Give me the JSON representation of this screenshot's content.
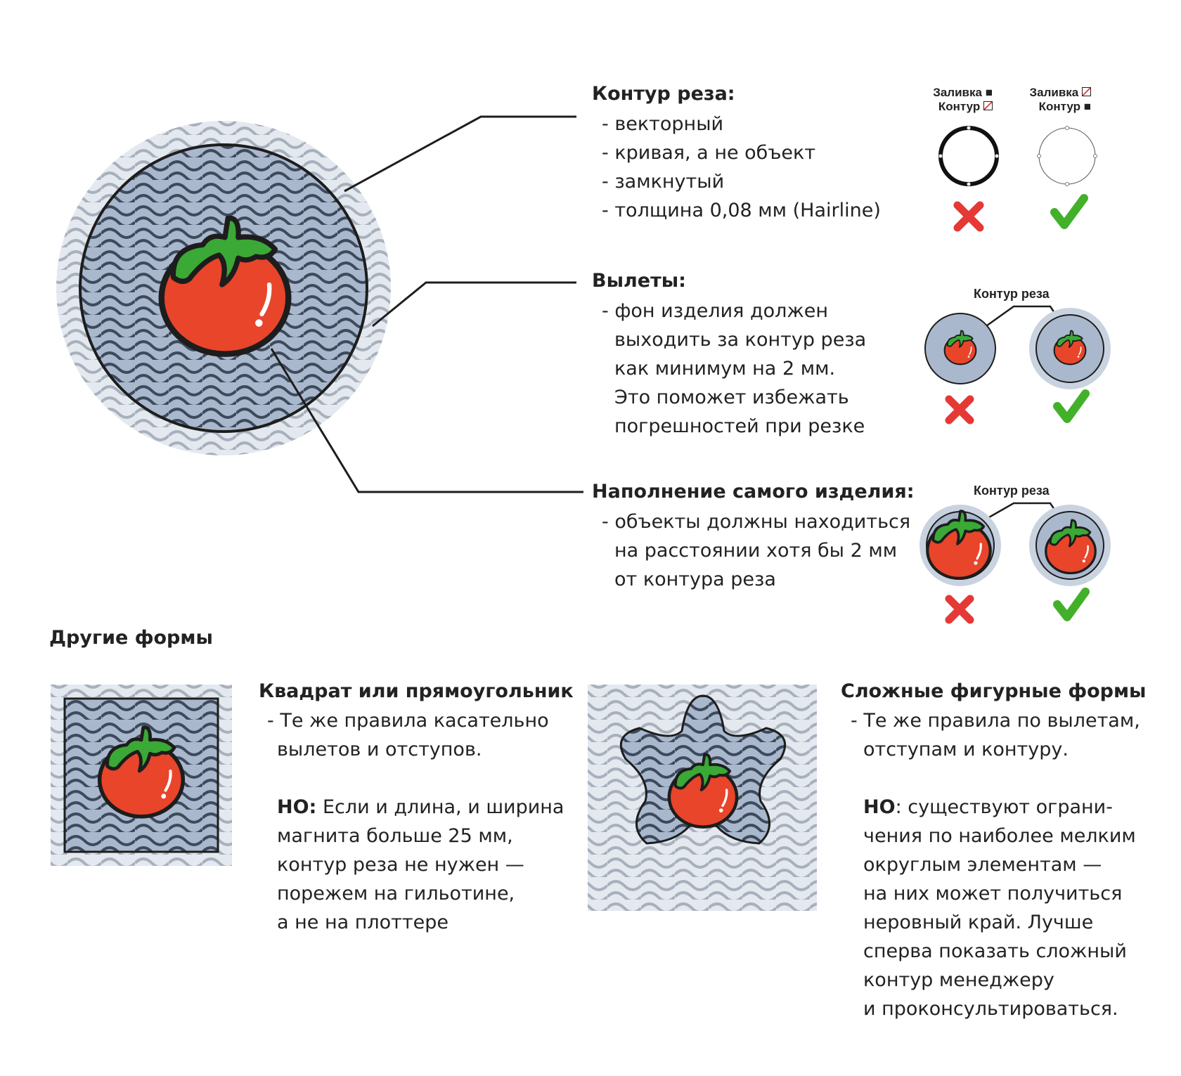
{
  "cut_contour": {
    "heading": "Контур реза:",
    "items": [
      "- векторный",
      "- кривая, а не объект",
      "- замкнутый",
      "- толщина 0,08 мм (Hairline)"
    ],
    "wrong_example": {
      "fill_label": "Заливка",
      "stroke_label": "Контур"
    },
    "right_example": {
      "fill_label": "Заливка",
      "stroke_label": "Контур"
    }
  },
  "bleeds": {
    "heading": "Вылеты:",
    "items": [
      "- фон изделия должен",
      "выходить за контур реза",
      "как минимум на 2 мм.",
      "Это поможет избежать",
      "погрешностей при резке"
    ],
    "diagram_label": "Контур реза"
  },
  "filling": {
    "heading": "Наполнение самого изделия:",
    "items": [
      "- объекты должны находиться",
      "на расстоянии хотя бы 2 мм",
      "от контура реза"
    ],
    "diagram_label": "Контур реза"
  },
  "other_shapes": {
    "heading": "Другие формы",
    "square": {
      "title": "Квадрат или прямоугольник",
      "items": [
        "- Те же правила касательно",
        "вылетов и отступов."
      ],
      "note_bold": "НО:",
      "note_lines": [
        " Если и длина, и ширина",
        "магнита больше 25 мм,",
        "контур реза не нужен —",
        "порежем на гильотине,",
        "а не на плоттере"
      ]
    },
    "complex": {
      "title": "Сложные фигурные формы",
      "items": [
        "- Те же правила по вылетам,",
        "отступам и контуру."
      ],
      "note_bold": "НО",
      "note_lines": [
        ": существуют ограни-",
        "чения по наиболее мелким",
        "округлым элементам —",
        "на них может получиться",
        "неровный край. Лучше",
        "сперва показать сложный",
        "контур менеджеру",
        "и проконсультироваться."
      ]
    }
  },
  "colors": {
    "accent_wrong": "#e53935",
    "accent_right": "#43b02a",
    "tomato": "#e8452b",
    "leaf": "#3aa935",
    "bg_blue": "#a9b8cd",
    "bleed_blue": "#c9d3e0"
  }
}
